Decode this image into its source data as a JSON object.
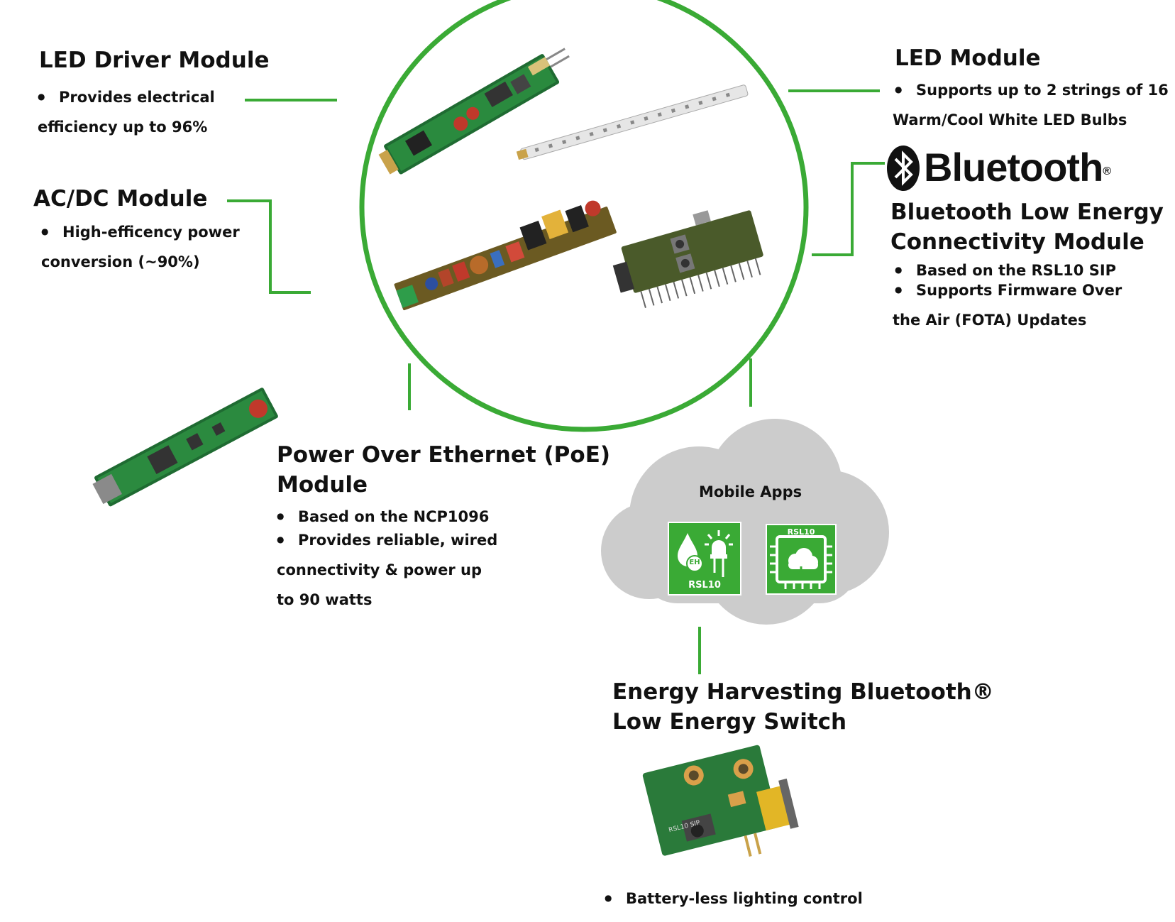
{
  "colors": {
    "accent_green": "#3aaa35",
    "cloud_gray": "#cccccc",
    "icon_green": "#3aaa35",
    "text": "#111111"
  },
  "led_driver": {
    "title": "LED Driver Module",
    "lines": [
      "Provides electrical",
      "efficiency up to 96%"
    ]
  },
  "acdc": {
    "title": "AC/DC Module",
    "lines": [
      "High-efficency power",
      "conversion (~90%)"
    ]
  },
  "led_module": {
    "title": "LED Module",
    "lines": [
      "Supports up to 2 strings of 16",
      "Warm/Cool White LED Bulbs"
    ]
  },
  "bluetooth": {
    "logo_text": "Bluetooth",
    "logo_mark": "®",
    "title_lines": [
      "Bluetooth Low Energy",
      "Connectivity Module"
    ],
    "lines": [
      "Based on the RSL10 SIP",
      "Supports Firmware Over",
      "the Air (FOTA) Updates"
    ]
  },
  "poe": {
    "title_lines": [
      "Power Over Ethernet (PoE)",
      "Module"
    ],
    "lines": [
      "Based on the NCP1096",
      "Provides reliable, wired",
      "connectivity & power up",
      "to 90 watts"
    ]
  },
  "cloud": {
    "label": "Mobile Apps",
    "icon1_text": "RSL10",
    "icon1_badge": "EH",
    "icon2_text": "RSL10"
  },
  "switch": {
    "title_lines": [
      "Energy Harvesting Bluetooth®",
      "Low Energy Switch"
    ],
    "lines": [
      "Battery-less lighting control"
    ],
    "board_text": "RSL10 SIP"
  },
  "icons": [
    "bluetooth-icon",
    "water-drop-icon",
    "led-bulb-icon",
    "chip-icon",
    "cloud-icon"
  ]
}
